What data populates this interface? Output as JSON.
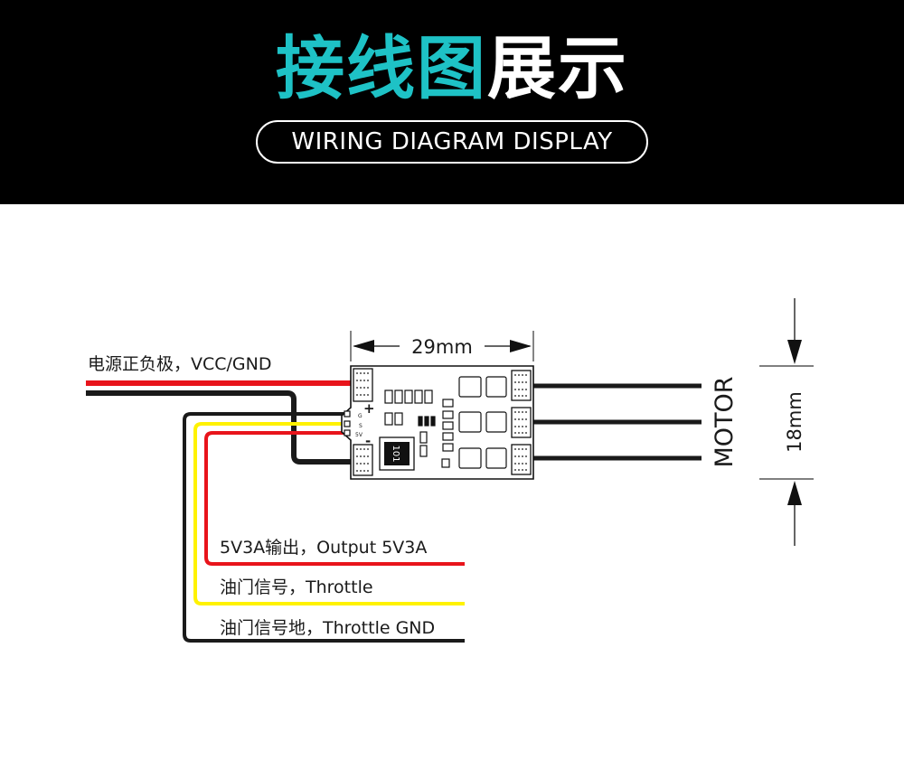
{
  "header": {
    "title_accent": "接线图",
    "title_plain": "展示",
    "subtitle": "WIRING DIAGRAM DISPLAY"
  },
  "diagram": {
    "width_label": "29mm",
    "height_label": "18mm",
    "motor_label": "MOTOR",
    "board_marks": {
      "plus": "+",
      "minus": "-",
      "g": "G",
      "s": "S",
      "five_v": "5V",
      "chip": "101"
    },
    "wires": {
      "power": "电源正负极，VCC/GND",
      "output": "5V3A输出，Output 5V3A",
      "throttle": "油门信号，Throttle",
      "throttle_gnd": "油门信号地，Throttle GND"
    },
    "colors": {
      "accent": "#1ec2c6",
      "red": "#e8141b",
      "yellow": "#fff200",
      "black": "#1a1a1a"
    }
  }
}
